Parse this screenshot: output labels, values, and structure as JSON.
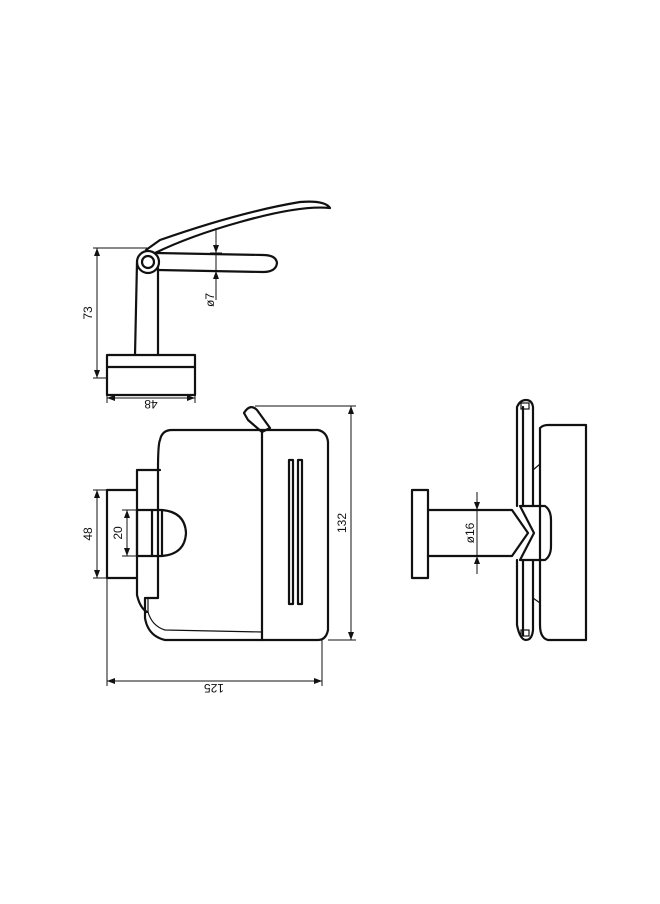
{
  "dimensions": {
    "side_height": "73",
    "side_base_width": "48",
    "bar_diameter": "ø7",
    "front_height": "132",
    "front_width": "125",
    "mount_height": "48",
    "mount_inner": "20",
    "rod_diameter": "ø16"
  },
  "colors": {
    "line": "#111111",
    "background": "#ffffff"
  }
}
